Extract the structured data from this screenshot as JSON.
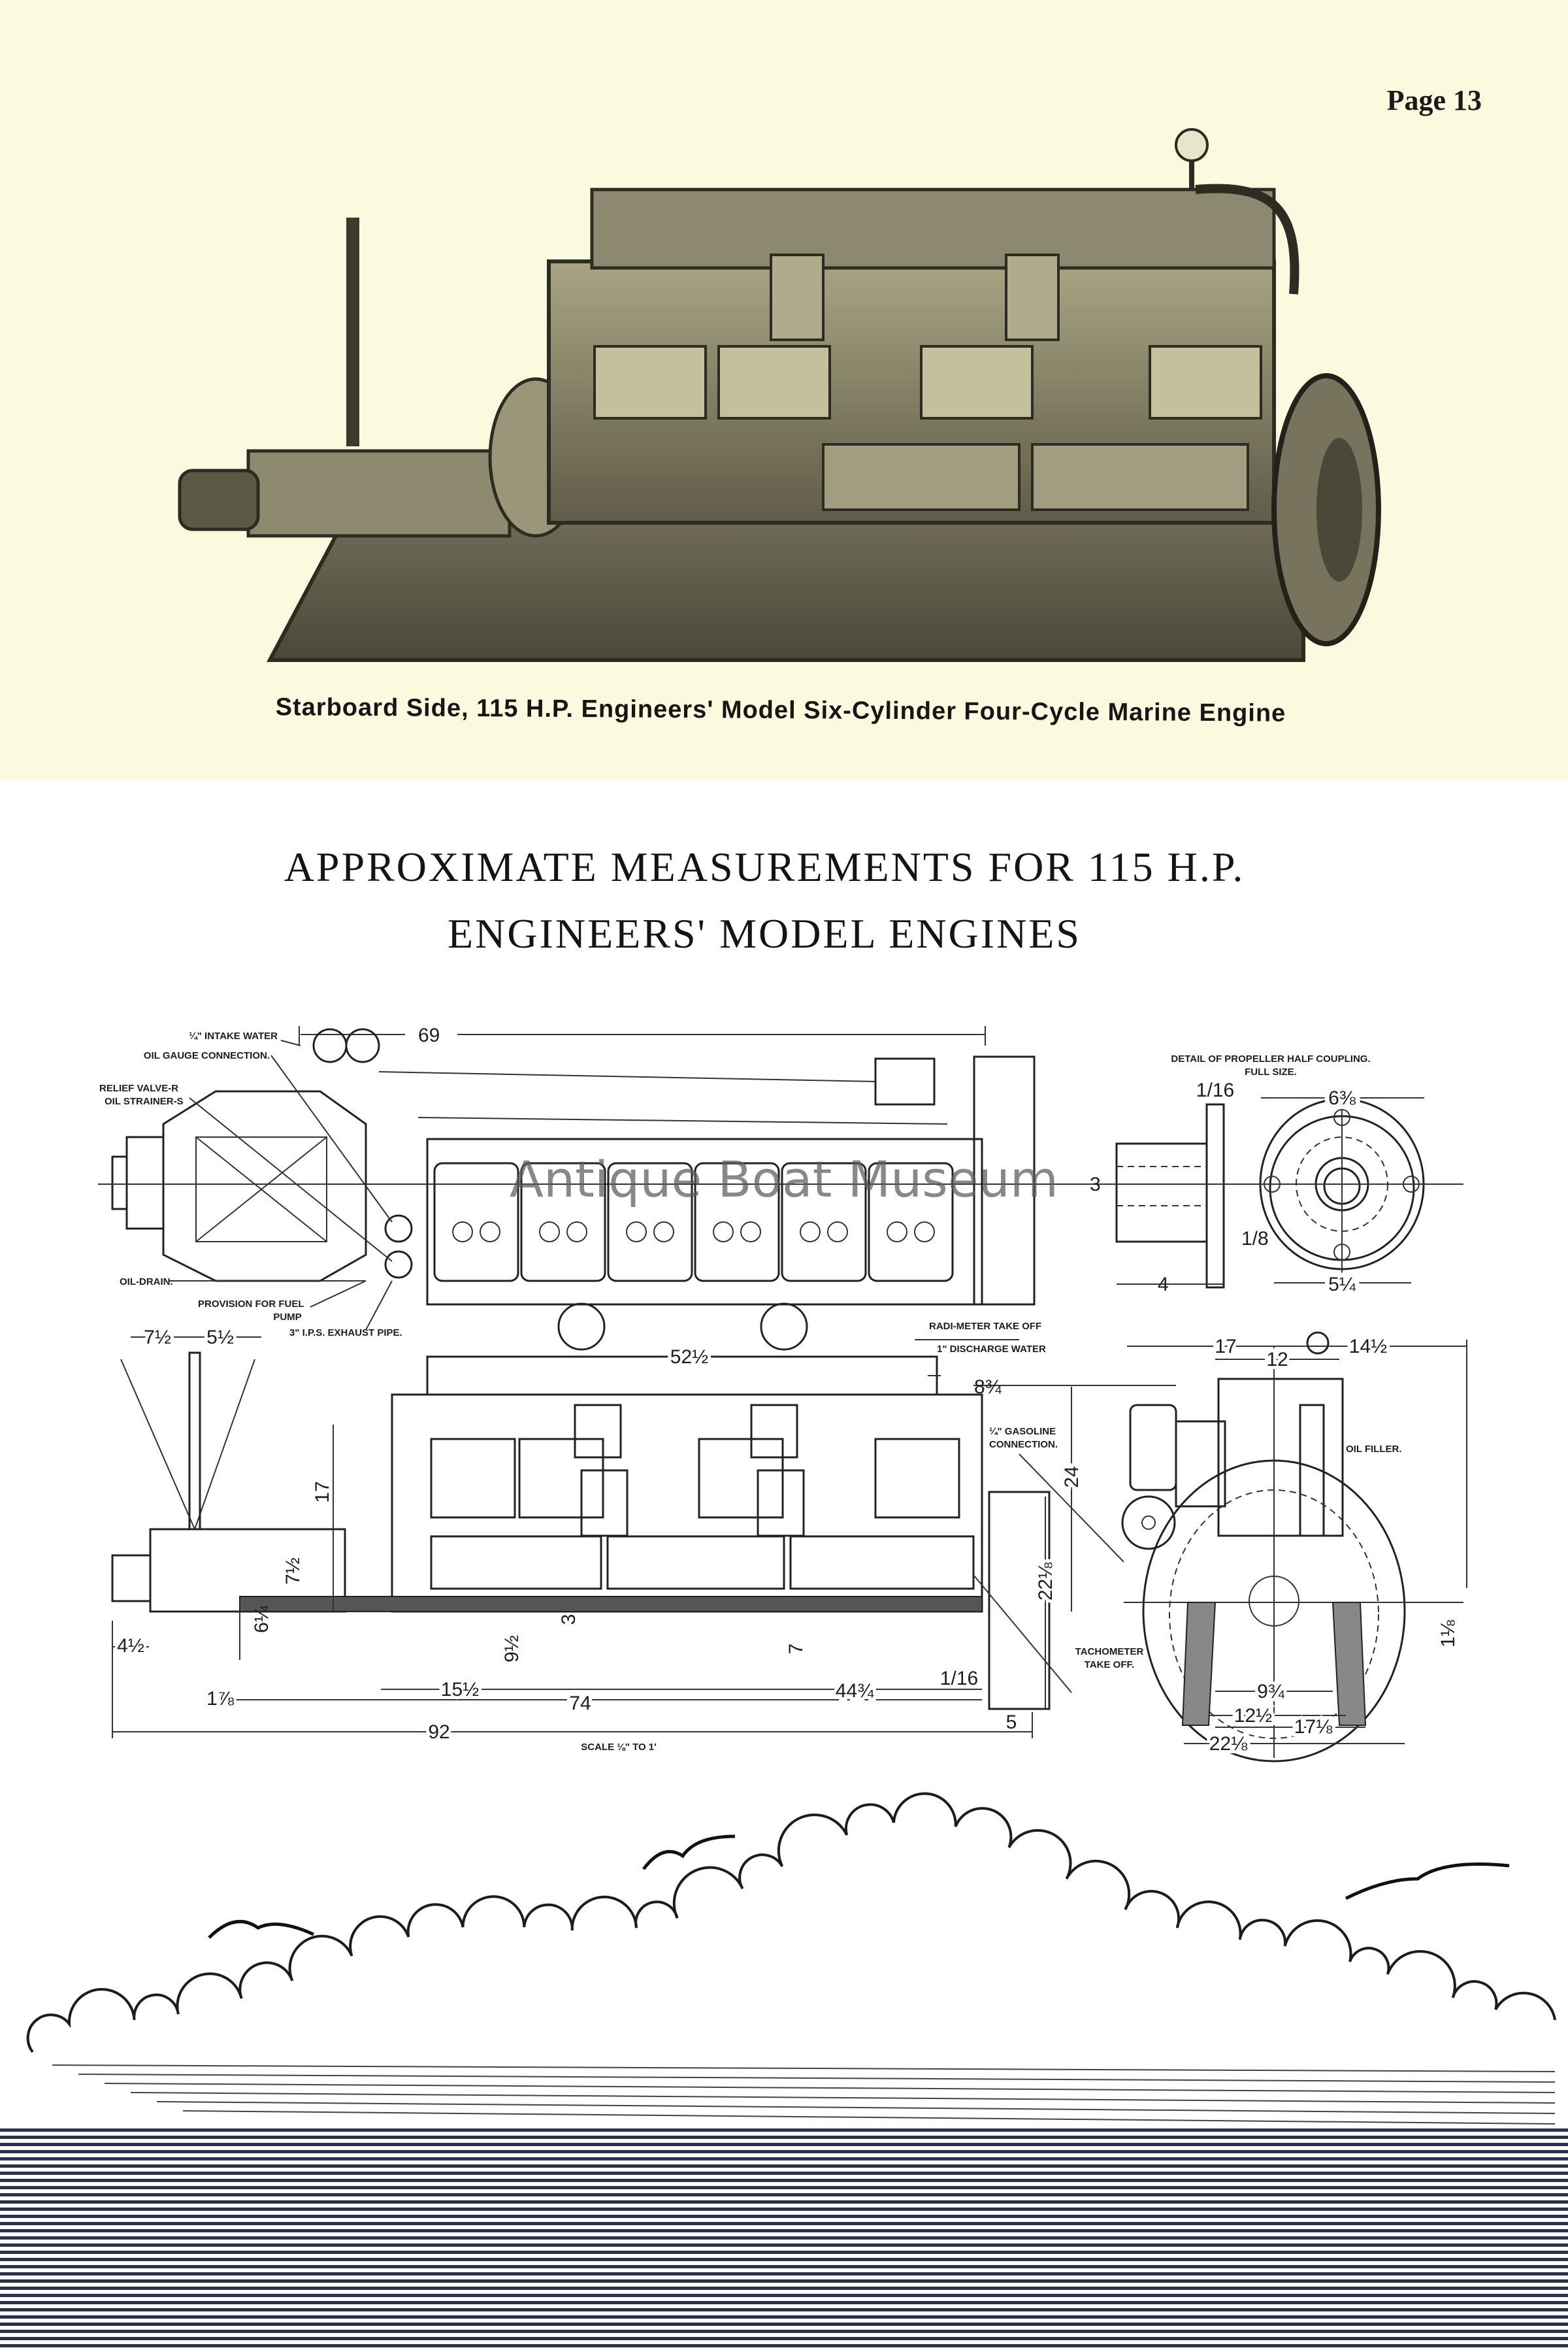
{
  "page_number": "Page 13",
  "photo": {
    "caption": "Starboard Side, 115 H.P. Engineers' Model Six-Cylinder Four-Cycle Marine Engine"
  },
  "title": {
    "line1": "APPROXIMATE MEASUREMENTS FOR 115 H.P.",
    "line2": "ENGINEERS' MODEL ENGINES"
  },
  "watermark": "Antique Boat Museum",
  "drawing": {
    "plan_view": {
      "overall_length": "69",
      "intake_water": "¼\" INTAKE WATER",
      "oil_gauge": "OIL GAUGE CONNECTION.",
      "relief_valve": "RELIEF VALVE-R",
      "oil_strainer": "OIL STRAINER-S",
      "oil_drain": "OIL-DRAIN.",
      "fuel_pump_1": "PROVISION FOR FUEL",
      "fuel_pump_2": "PUMP",
      "exhaust_pipe": "3\" I.P.S. EXHAUST PIPE."
    },
    "coupling": {
      "title_1": "DETAIL OF PROPELLER HALF COUPLING.",
      "title_2": "FULL SIZE.",
      "outer_dia": "6⅜",
      "bolt_circle": "5¼",
      "hub_length": "4",
      "bore": "3",
      "flange": "1/16",
      "face": "1/8"
    },
    "side_view": {
      "lever_left": "7½",
      "lever_right": "5½",
      "radimeter": "RADI-METER TAKE OFF",
      "discharge": "1\" DISCHARGE WATER",
      "block_length": "52½",
      "offset": "8¾",
      "gasoline_1": "¼\" GASOLINE",
      "gasoline_2": "CONNECTION.",
      "height_17": "17",
      "height_24": "24",
      "height_22": "22⅛",
      "h_7half": "7½",
      "h_6quarter": "6¼",
      "h_3": "3",
      "h_9half": "9½",
      "h_7": "7",
      "flange_4half": "4½",
      "d_1_7_8": "1⅞",
      "d_15half": "15½",
      "d_74": "74",
      "d_44_3_4": "44¾",
      "d_1_16": "1/16",
      "d_92": "92",
      "d_5": "5",
      "scale": "SCALE ⅛\" TO 1'",
      "tach_1": "TACHOMETER",
      "tach_2": "TAKE OFF."
    },
    "end_view": {
      "w_17": "17",
      "w_12": "12",
      "w_14half": "14½",
      "oil_filler": "OIL FILLER.",
      "h_1_1_8": "1⅛",
      "b_9_3_4": "9¾",
      "b_12half": "12½",
      "b_17_1_8": "17⅛",
      "b_22_1_8": "22⅛"
    }
  },
  "colors": {
    "photo_background": "#fbfadf",
    "page_background": "#ffffff",
    "ink": "#1d1d1d",
    "engine_dark": "#3b3a2c",
    "engine_mid": "#7d7a62",
    "sea": "#26324e"
  }
}
